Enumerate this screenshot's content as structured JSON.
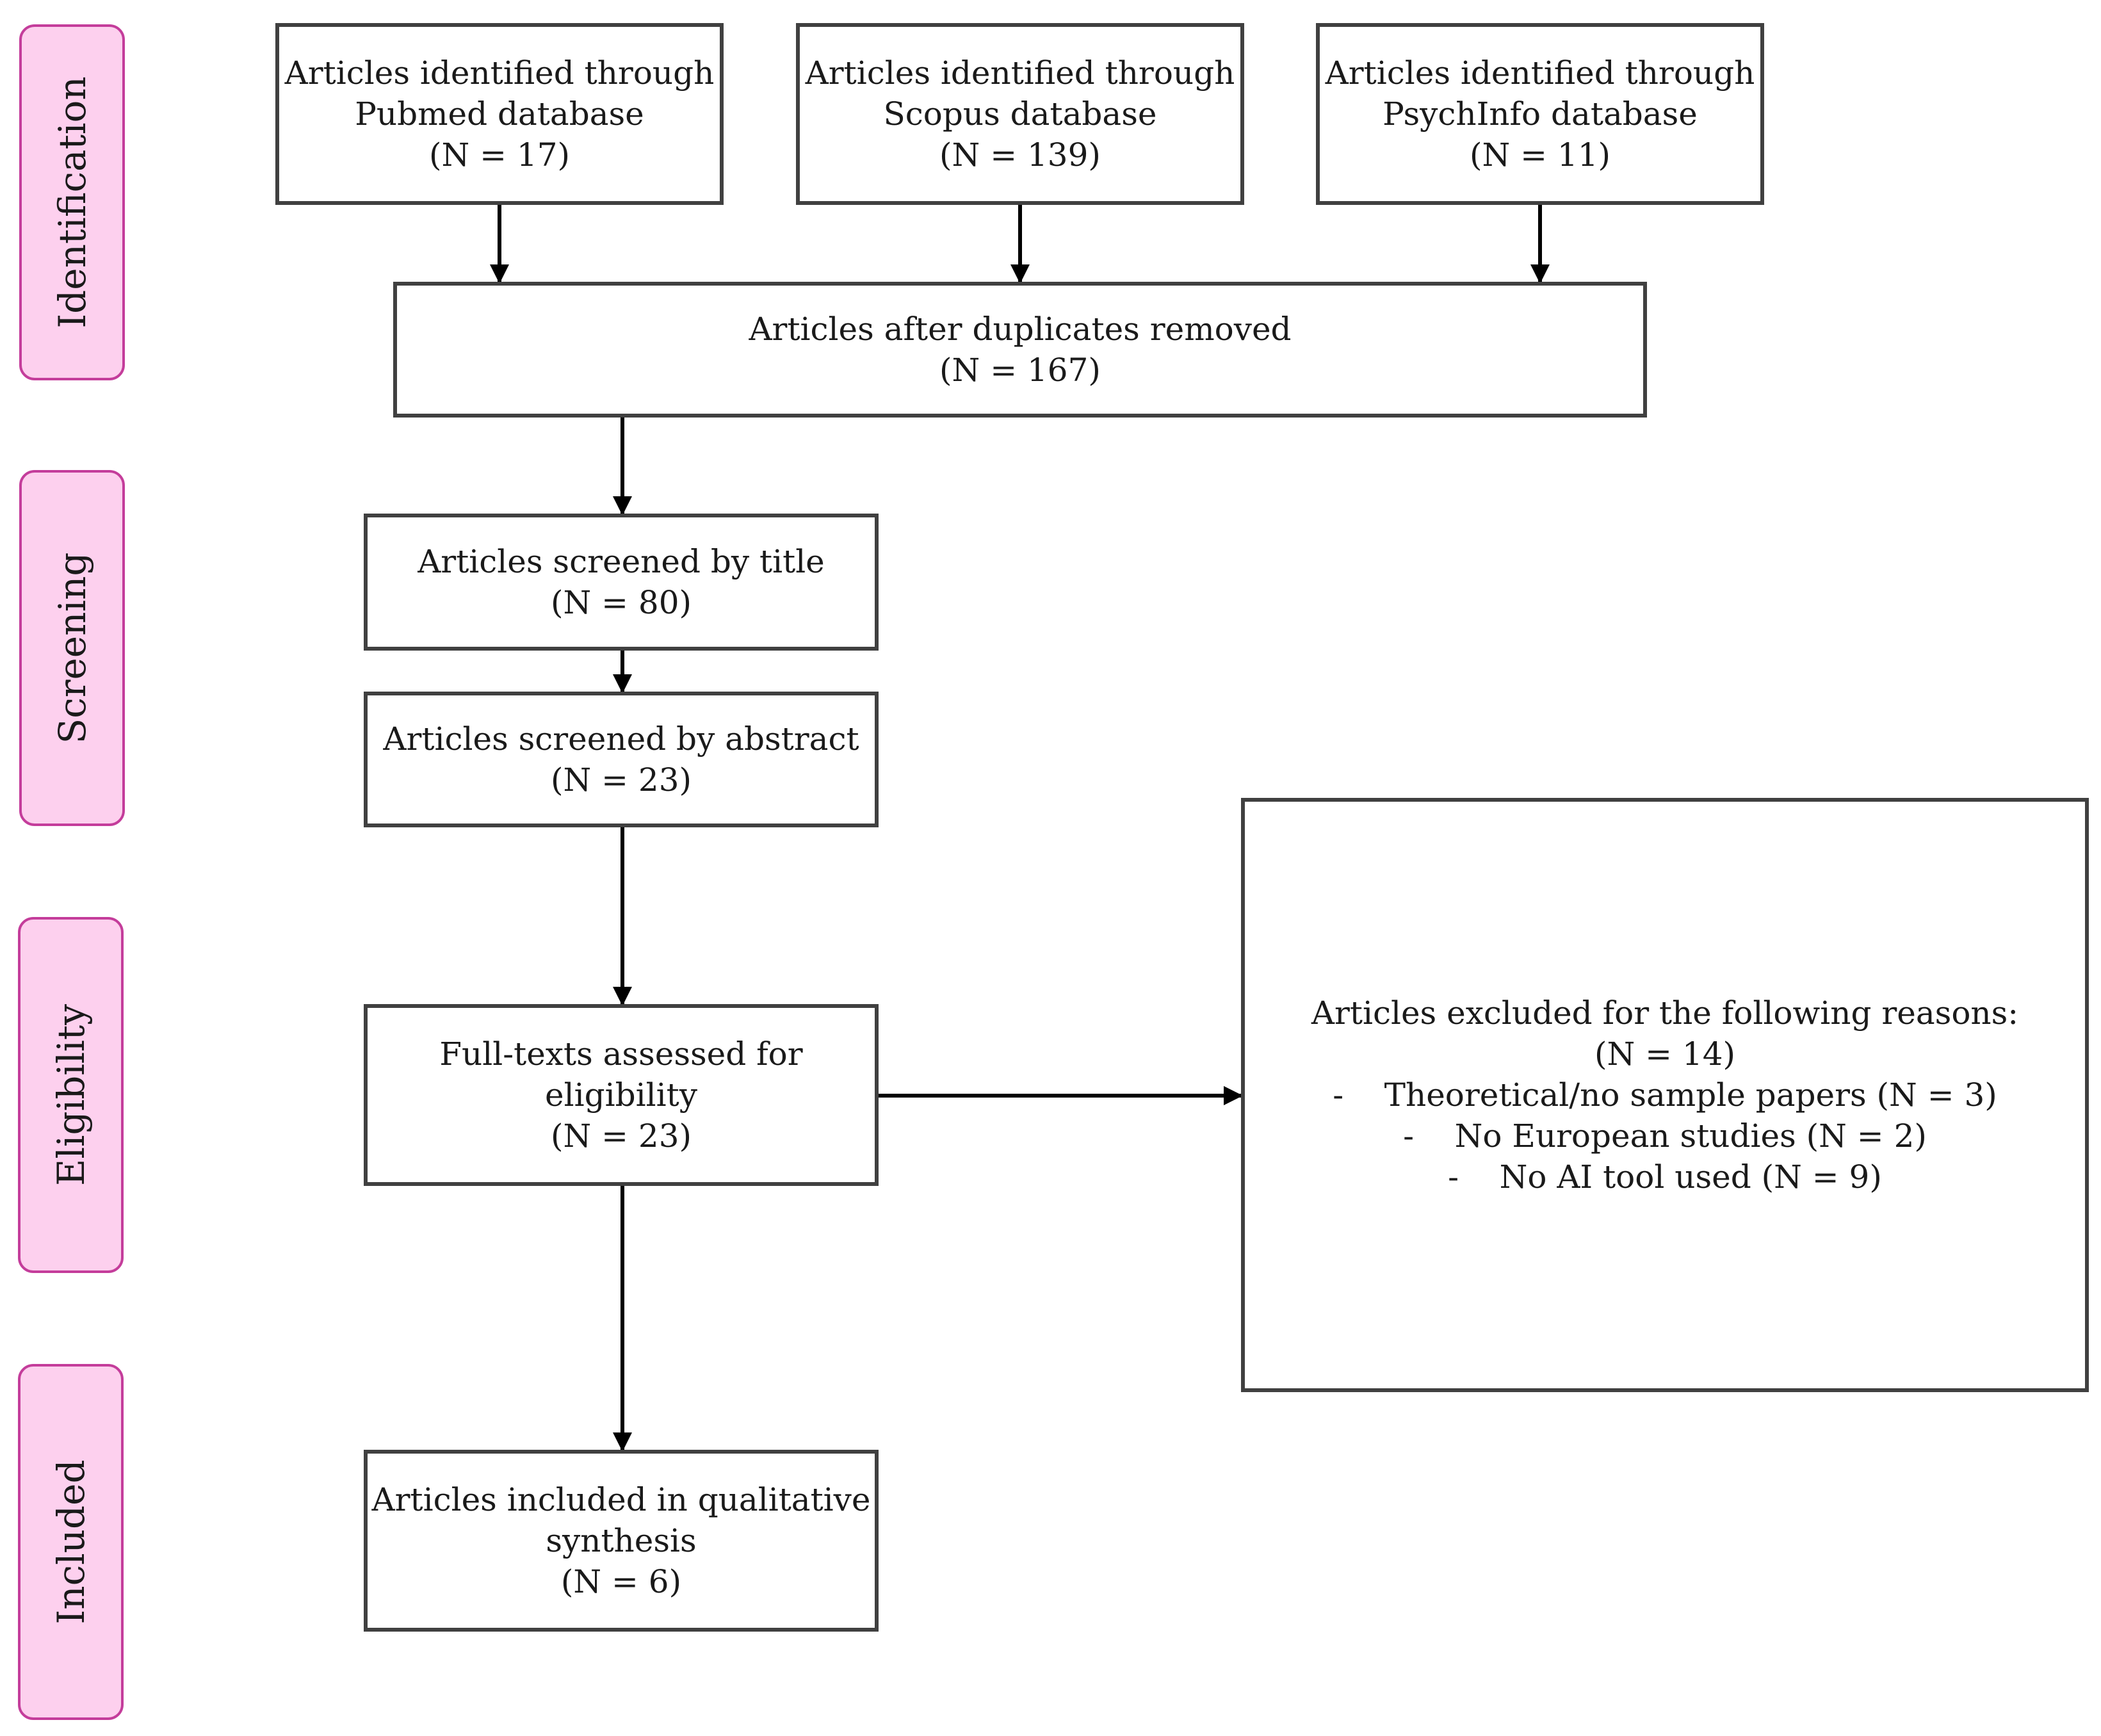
{
  "stages": [
    {
      "id": "identification",
      "label": "Identification"
    },
    {
      "id": "screening",
      "label": "Screening"
    },
    {
      "id": "eligibility",
      "label": "Eligibility"
    },
    {
      "id": "included",
      "label": "Included"
    }
  ],
  "boxes": {
    "pubmed": {
      "lines": [
        "Articles identified through",
        "Pubmed database",
        "(N = 17)"
      ]
    },
    "scopus": {
      "lines": [
        "Articles identified through",
        "Scopus database",
        "(N = 139)"
      ]
    },
    "psychinfo": {
      "lines": [
        "Articles identified through",
        "PsychInfo database",
        "(N = 11)"
      ]
    },
    "duplicates": {
      "lines": [
        "Articles after duplicates removed",
        "(N = 167)"
      ]
    },
    "title": {
      "lines": [
        "Articles screened by title",
        "(N = 80)"
      ]
    },
    "abstract": {
      "lines": [
        "Articles screened by abstract",
        "(N = 23)"
      ]
    },
    "fulltext": {
      "lines": [
        "Full-texts assessed for",
        "eligibility",
        "(N = 23)"
      ]
    },
    "excluded": {
      "lines": [
        "Articles excluded for the following  reasons:",
        "(N = 14)",
        "-    Theoretical/no sample papers (N = 3)",
        "-    No European studies (N = 2)",
        "-    No AI tool used (N = 9)"
      ]
    },
    "included": {
      "lines": [
        "Articles included in qualitative",
        "synthesis",
        "(N = 6)"
      ]
    }
  },
  "colors": {
    "stage_fill": "#fdd0ee",
    "stage_border": "#c43d9b",
    "box_border": "#404040",
    "arrow": "#000000"
  }
}
